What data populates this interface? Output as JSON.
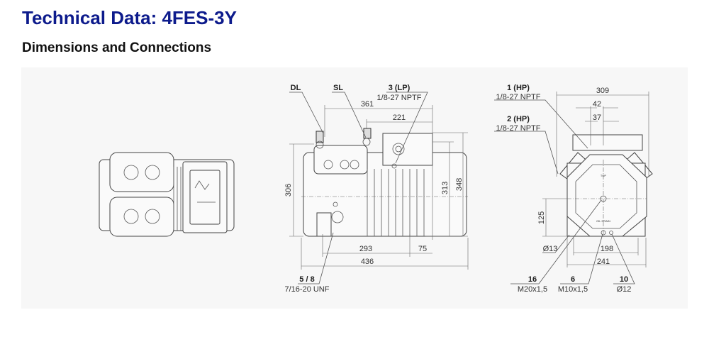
{
  "header": {
    "title": "Technical Data: 4FES-3Y",
    "subtitle": "Dimensions and Connections"
  },
  "side_view": {
    "labels": {
      "dl": "DL",
      "sl": "SL",
      "lp_name": "3 (LP)",
      "lp_thread": "1/8-27 NPTF",
      "oil_name": "5 / 8",
      "oil_thread": "7/16-20 UNF"
    },
    "dims": {
      "d361": "361",
      "d221": "221",
      "d306": "306",
      "d313": "313",
      "d348": "348",
      "d293": "293",
      "d75": "75",
      "d436": "436"
    }
  },
  "end_view": {
    "labels": {
      "hp1_name": "1 (HP)",
      "hp1_thread": "1/8-27 NPTF",
      "hp2_name": "2 (HP)",
      "hp2_thread": "1/8-27 NPTF",
      "c16_name": "16",
      "c16_thread": "M20x1,5",
      "c6_name": "6",
      "c6_thread": "M10x1,5",
      "c10_name": "10",
      "c10_thread": "Ø12",
      "top": "TOP",
      "oil_drain": "OIL DRAIN"
    },
    "dims": {
      "d309": "309",
      "d42": "42",
      "d37": "37",
      "d125": "125",
      "d13": "Ø13",
      "d198": "198",
      "d241": "241"
    }
  },
  "colors": {
    "title": "#0d1b8c",
    "sheet_background": "#f7f7f7"
  }
}
